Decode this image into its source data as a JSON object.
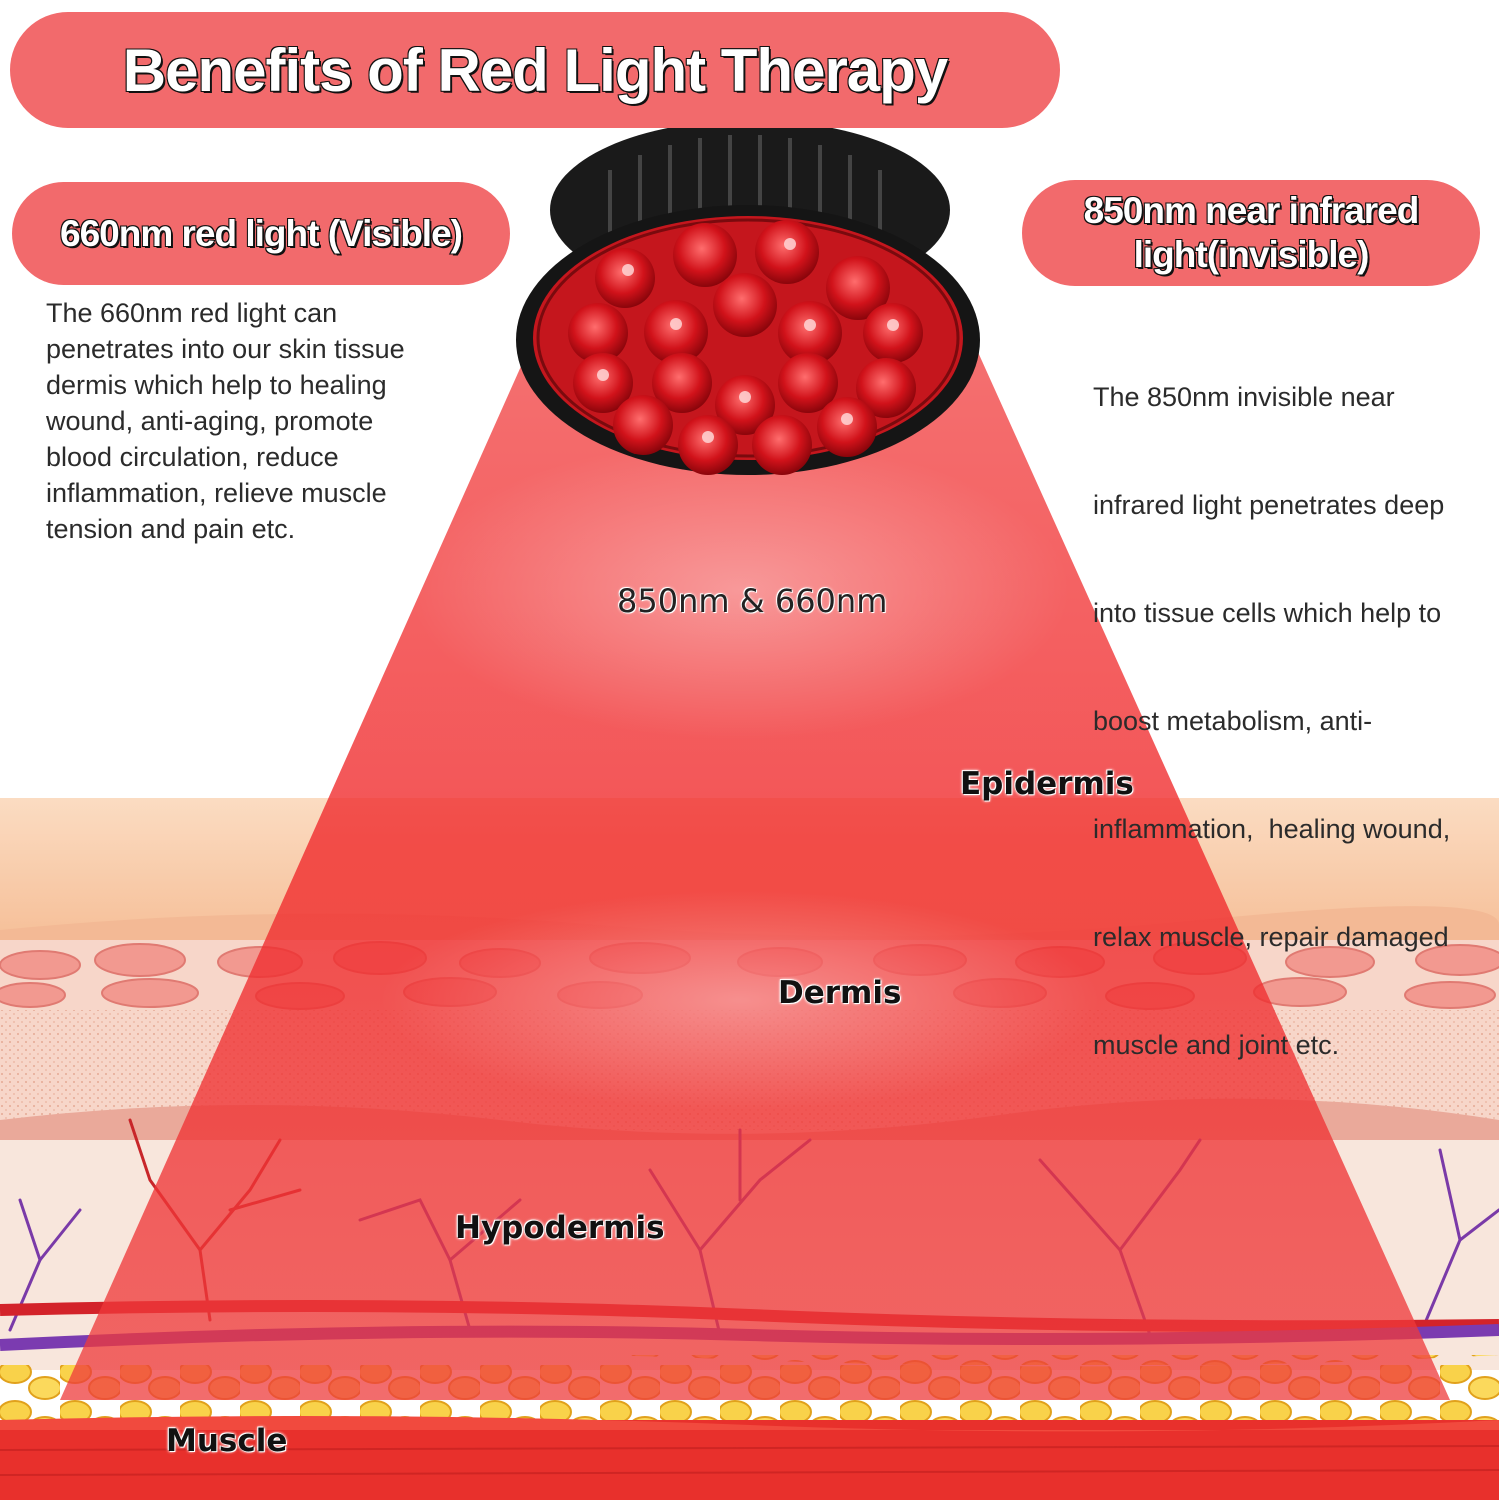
{
  "title": "Benefits of Red Light Therapy",
  "left": {
    "heading": "660nm red light (Visible)",
    "lines": [
      "The 660nm red light can",
      "penetrates into our skin tissue",
      "dermis which help to healing",
      "wound, anti-aging, promote",
      "blood circulation, reduce",
      "inflammation, relieve muscle",
      "tension and pain etc."
    ]
  },
  "right": {
    "heading_line1": "850nm near infrared",
    "heading_line2": "light(invisible)",
    "lines": [
      "The 850nm invisible near",
      "infrared light penetrates deep",
      "into tissue cells which help to",
      "boost metabolism, anti-",
      "inflammation,  healing wound,",
      "relax muscle, repair damaged",
      "muscle and joint etc."
    ]
  },
  "beam_label": "850nm & 660nm",
  "layers": {
    "epidermis": "Epidermis",
    "dermis": "Dermis",
    "hypodermis": "Hypodermis",
    "muscle": "Muscle"
  },
  "colors": {
    "pill": "#f26a6c",
    "beam": "#f0282a",
    "epidermis": "#f8c9a4",
    "dermis": "#f6cfc0",
    "fat": "#f6c12a",
    "muscle": "#e8302c"
  }
}
